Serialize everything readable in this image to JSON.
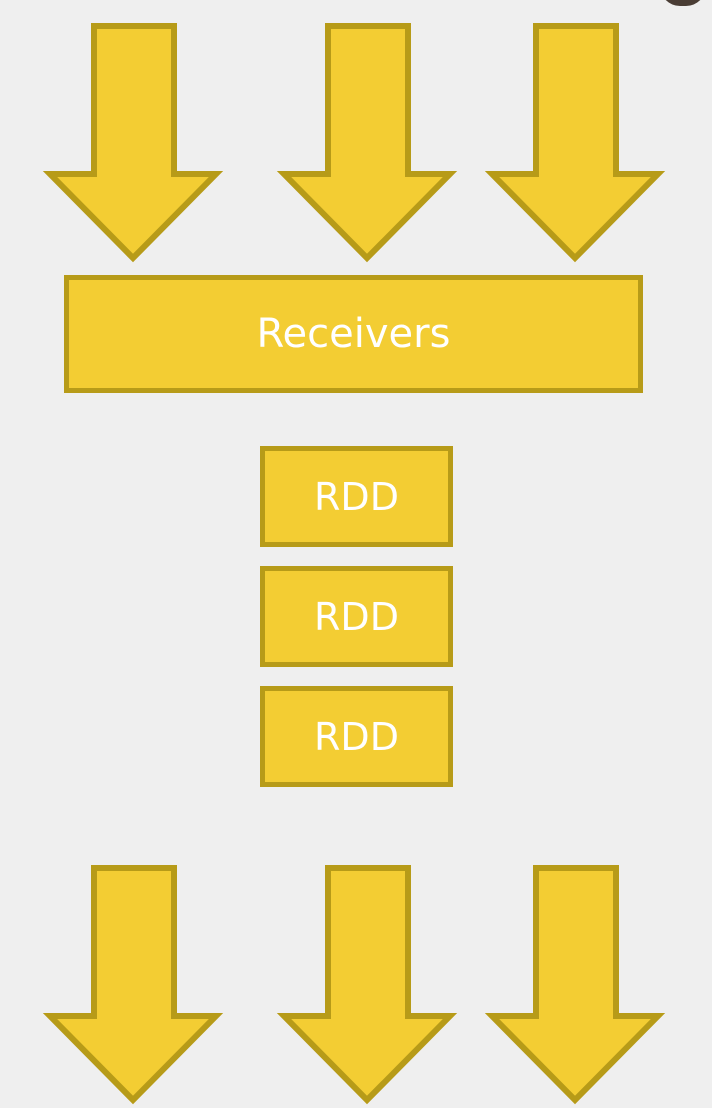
{
  "diagram": {
    "receivers_label": "Receivers",
    "rdd_blocks": [
      "RDD",
      "RDD",
      "RDD"
    ],
    "colors": {
      "fill": "#f3cd33",
      "stroke": "#b79b18",
      "text": "#ffffff",
      "background": "#efefef"
    }
  }
}
